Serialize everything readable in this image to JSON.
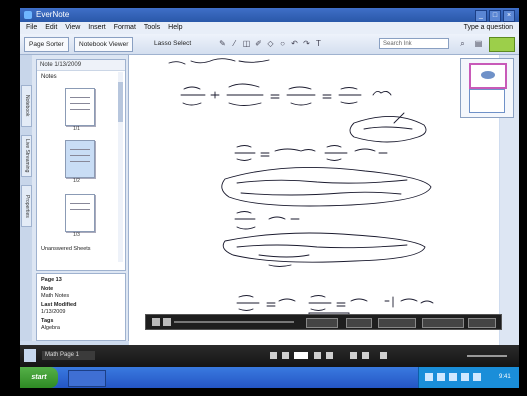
{
  "window": {
    "title": "EverNote",
    "controls": [
      "_",
      "□",
      "×"
    ]
  },
  "menubar": {
    "items": [
      "File",
      "Edit",
      "View",
      "Insert",
      "Format",
      "Tools",
      "Help"
    ],
    "right": "Type a question"
  },
  "toolbar": {
    "tabs": [
      "Page Sorter",
      "Notebook Viewer",
      "Lasso Select"
    ],
    "search_placeholder": "Search Ink"
  },
  "sidebar": {
    "vertical_tabs": [
      "Notebook",
      "Live Streaming",
      "Properties"
    ],
    "header": "Note 1/13/2009",
    "notebook_label": "Notes",
    "thumbnails": [
      "1/1",
      "1/2",
      "1/3"
    ],
    "section_label": "Unanswered Sheets",
    "properties": {
      "title": "Page 13",
      "name_label": "Note",
      "name_value": "Math Notes",
      "modified_label": "Last Modified",
      "modified_value": "1/13/2009",
      "tags_label": "Tags",
      "tags_value": "Algebra"
    }
  },
  "colors": {
    "titlebar": "#2a58a9",
    "canvas": "#ffffff",
    "taskbar": "#2455c4",
    "start": "#3e9b34",
    "ink": "#1a1a2e"
  },
  "taskbar": {
    "start_label": "start",
    "clock": "9:41"
  },
  "statusbar": {
    "page_name": "Math Page 1"
  }
}
